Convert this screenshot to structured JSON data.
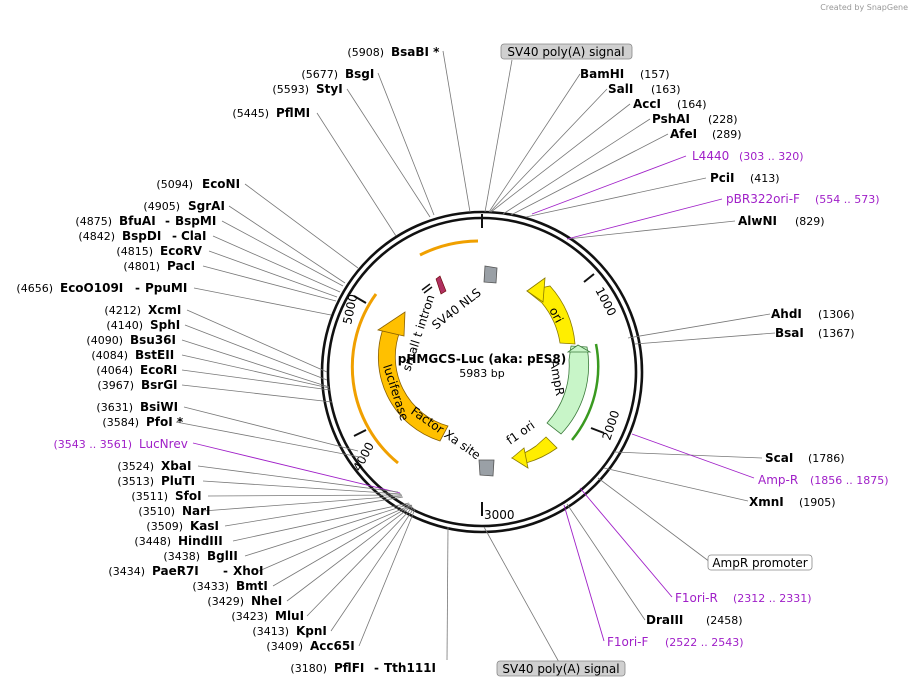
{
  "watermark": "Created by SnapGene",
  "plasmid": {
    "name": "pHMGCS-Luc (aka: pES8)",
    "length": "5983 bp"
  },
  "ruler": [
    "1000",
    "2000",
    "3000",
    "4000",
    "5000"
  ],
  "features": {
    "ori": "ori",
    "ampr": "AmpR",
    "f1ori": "f1 ori",
    "factorxa": "Factor Xa site",
    "luciferase": "luciferase",
    "intron": "small t intron",
    "nls": "SV40 NLS"
  },
  "box_labels": {
    "polyA_top": "SV40 poly(A) signal",
    "polyA_bottom": "SV40 poly(A) signal",
    "ampr_promoter": "AmpR promoter"
  },
  "right_sites": [
    {
      "name": "BamHI",
      "pos": "(157)"
    },
    {
      "name": "SalI",
      "pos": "(163)"
    },
    {
      "name": "AccI",
      "pos": "(164)"
    },
    {
      "name": "PshAI",
      "pos": "(228)"
    },
    {
      "name": "AfeI",
      "pos": "(289)"
    },
    {
      "name": "PciI",
      "pos": "(413)"
    },
    {
      "name": "AlwNI",
      "pos": "(829)"
    },
    {
      "name": "AhdI",
      "pos": "(1306)"
    },
    {
      "name": "BsaI",
      "pos": "(1367)"
    },
    {
      "name": "ScaI",
      "pos": "(1786)"
    },
    {
      "name": "XmnI",
      "pos": "(1905)"
    },
    {
      "name": "DraIII",
      "pos": "(2458)"
    }
  ],
  "right_primers": [
    {
      "name": "L4440",
      "range": "(303 .. 320)"
    },
    {
      "name": "pBR322ori-F",
      "range": "(554 .. 573)"
    },
    {
      "name": "Amp-R",
      "range": "(1856 .. 1875)"
    },
    {
      "name": "F1ori-R",
      "range": "(2312 .. 2331)"
    },
    {
      "name": "F1ori-F",
      "range": "(2522 .. 2543)"
    }
  ],
  "left_sites": [
    {
      "pos": "(5908)",
      "name": "BsaBI *"
    },
    {
      "pos": "(5677)",
      "name": "BsgI"
    },
    {
      "pos": "(5593)",
      "name": "StyI"
    },
    {
      "pos": "(5445)",
      "name": "PflMI"
    },
    {
      "pos": "(5094)",
      "name": "EcoNI"
    },
    {
      "pos": "(4905)",
      "name": "SgrAI"
    },
    {
      "pos": "(4875)",
      "name": "BfuAI",
      "name2": "BspMI"
    },
    {
      "pos": "(4842)",
      "name": "BspDI",
      "name2": "ClaI"
    },
    {
      "pos": "(4815)",
      "name": "EcoRV"
    },
    {
      "pos": "(4801)",
      "name": "PacI"
    },
    {
      "pos": "(4656)",
      "name": "EcoO109I",
      "name2": "PpuMI"
    },
    {
      "pos": "(4212)",
      "name": "XcmI"
    },
    {
      "pos": "(4140)",
      "name": "SphI"
    },
    {
      "pos": "(4090)",
      "name": "Bsu36I"
    },
    {
      "pos": "(4084)",
      "name": "BstEII"
    },
    {
      "pos": "(4064)",
      "name": "EcoRI"
    },
    {
      "pos": "(3967)",
      "name": "BsrGI"
    },
    {
      "pos": "(3631)",
      "name": "BsiWI"
    },
    {
      "pos": "(3584)",
      "name": "PfoI *"
    },
    {
      "pos": "(3524)",
      "name": "XbaI"
    },
    {
      "pos": "(3513)",
      "name": "PluTI"
    },
    {
      "pos": "(3511)",
      "name": "SfoI"
    },
    {
      "pos": "(3510)",
      "name": "NarI"
    },
    {
      "pos": "(3509)",
      "name": "KasI"
    },
    {
      "pos": "(3448)",
      "name": "HindIII"
    },
    {
      "pos": "(3438)",
      "name": "BglII"
    },
    {
      "pos": "(3434)",
      "name": "PaeR7I",
      "name2": "XhoI"
    },
    {
      "pos": "(3433)",
      "name": "BmtI"
    },
    {
      "pos": "(3429)",
      "name": "NheI"
    },
    {
      "pos": "(3423)",
      "name": "MluI"
    },
    {
      "pos": "(3413)",
      "name": "KpnI"
    },
    {
      "pos": "(3409)",
      "name": "Acc65I"
    },
    {
      "pos": "(3180)",
      "name": "PflFI",
      "name2": "Tth111I"
    }
  ],
  "left_primer": {
    "range": "(3543 .. 3561)",
    "name": "LucNrev"
  },
  "colors": {
    "yellow": "#ffee00",
    "orange": "#ffc000",
    "green": "#c8f5c8",
    "purple": "#a020c8",
    "gray": "#9aa0a6"
  }
}
